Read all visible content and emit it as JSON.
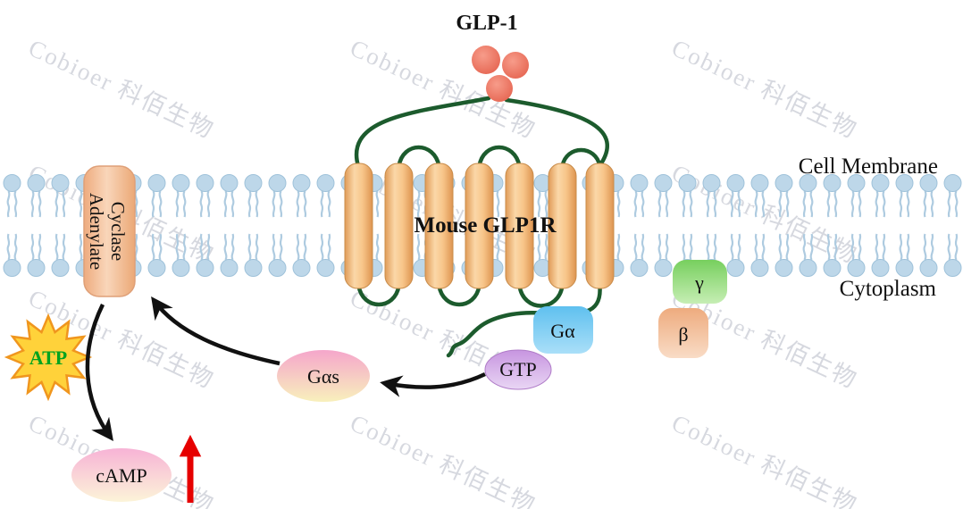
{
  "labels": {
    "ligand": "GLP-1",
    "receptor": "Mouse GLP1R",
    "cell_membrane": "Cell Membrane",
    "cytoplasm": "Cytoplasm",
    "enzyme_line1": "Adenylate",
    "enzyme_line2": "Cyclase",
    "atp": "ATP",
    "g_alpha": "Gα",
    "gtp": "GTP",
    "gamma": "γ",
    "beta": "β",
    "g_alpha_s": "Gαs",
    "camp": "cAMP"
  },
  "watermark": {
    "text": "Cobioer 科佰生物"
  },
  "colors": {
    "helix_orange": "#f6be83",
    "loop_green": "#1c5b2d",
    "ligand_red": "#ee7361",
    "membrane_blue": "#bdd7e9",
    "atp_text_green": "#00a31f",
    "star_yellow": "#ffd23a",
    "g_alpha_blue": "#5fc0ef",
    "gtp_purple": "#c795e0",
    "gamma_green": "#77cf5e",
    "beta_peach": "#eeab7e",
    "arrow_black": "#111111",
    "arrow_red": "#e60000"
  }
}
